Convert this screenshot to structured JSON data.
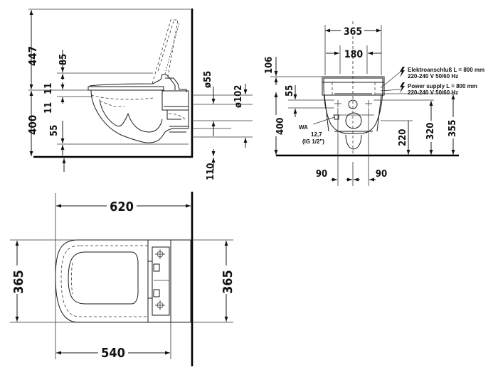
{
  "side_view": {
    "dims": {
      "d447": "447",
      "d85": "85",
      "d11a": "11",
      "d11b": "11",
      "d400": "400",
      "d55": "55",
      "dia55": "ø55",
      "dia102": "ø102",
      "d110": "110"
    }
  },
  "front_view": {
    "dims": {
      "d365": "365",
      "d180": "180",
      "d106": "106",
      "d55": "55",
      "d400": "400",
      "d220": "220",
      "d320": "320",
      "d355": "355",
      "d90a": "90",
      "d90b": "90"
    },
    "wa": {
      "label": "WA",
      "size": "12,7",
      "thread": "(IG 1/2\")"
    },
    "power_de": {
      "title": "Elektroanschluß L = 800 mm",
      "spec": "220-240 V  50/60 Hz"
    },
    "power_en": {
      "title": "Power supply L = 800 mm",
      "spec": "220-240 V  50/60 Hz"
    }
  },
  "top_view": {
    "dims": {
      "d620": "620",
      "d365a": "365",
      "d365b": "365",
      "d540": "540"
    }
  }
}
